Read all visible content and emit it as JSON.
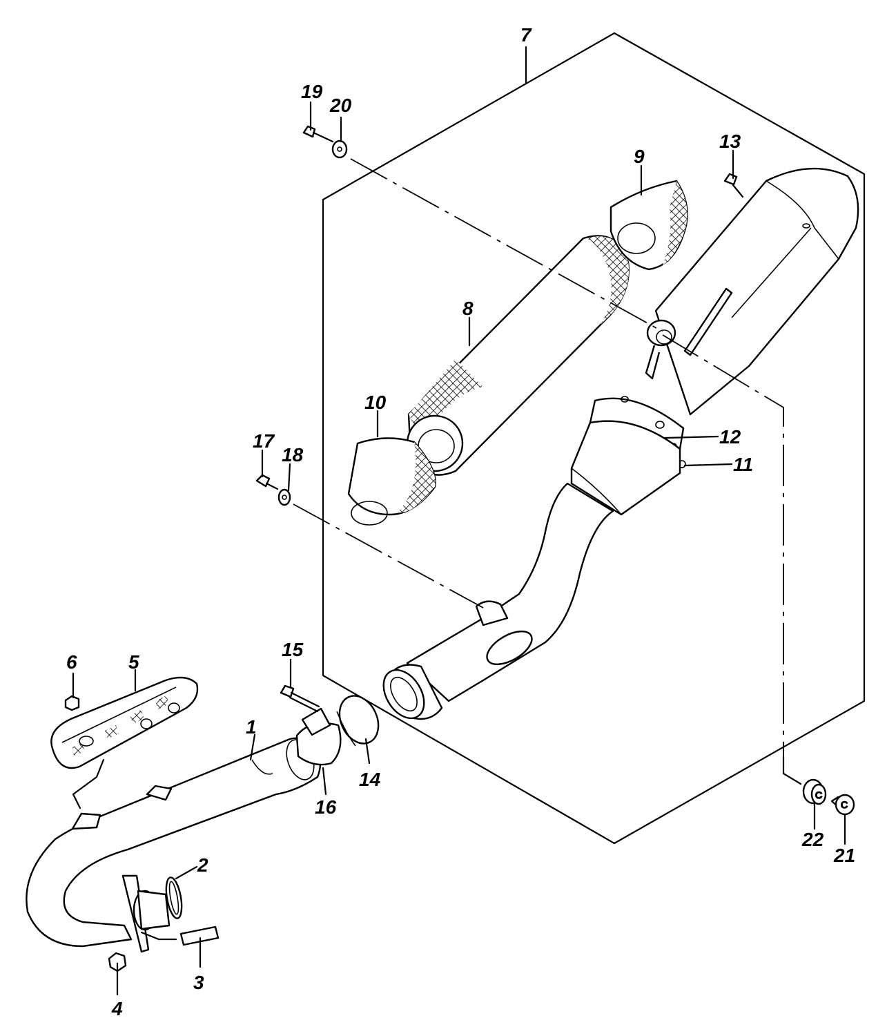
{
  "callouts": [
    "1",
    "2",
    "3",
    "4",
    "5",
    "6",
    "7",
    "8",
    "9",
    "10",
    "11",
    "12",
    "13",
    "14",
    "15",
    "16",
    "17",
    "18",
    "19",
    "20",
    "21",
    "22"
  ],
  "icons": {
    "washer_22": "C",
    "cap_21": "C"
  }
}
